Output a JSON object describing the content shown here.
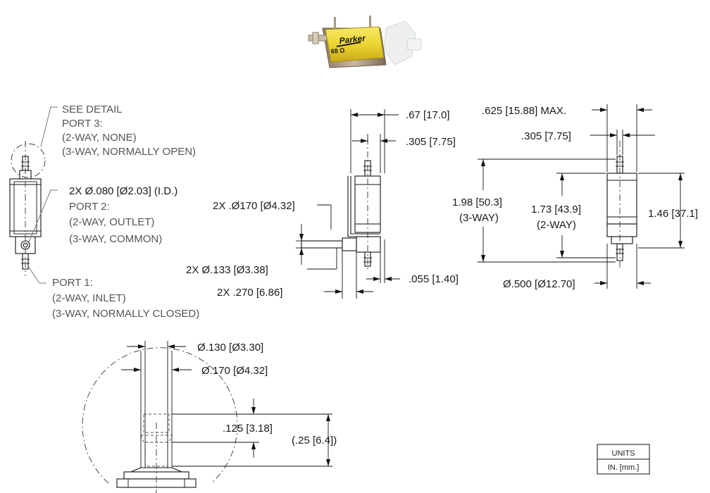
{
  "product_photo": {
    "brand": "Parker",
    "coil": "68 Ω"
  },
  "port_notes": {
    "see_detail": "SEE DETAIL",
    "port3_title": "PORT 3:",
    "port3_line1": "(2-WAY, NONE)",
    "port3_line2": "(3-WAY, NORMALLY OPEN)",
    "id_callout": "2X Ø.080 [Ø2.03] (I.D.)",
    "port2_title": "PORT 2:",
    "port2_line1": "(2-WAY, OUTLET)",
    "port2_line2": "(3-WAY, COMMON)",
    "port1_title": "PORT 1:",
    "port1_line1": "(2-WAY, INLET)",
    "port1_line2": "(3-WAY, NORMALLY CLOSED)"
  },
  "side_view": {
    "width_overall": ".67 [17.0]",
    "width_body": ".305 [7.75]",
    "barb_od": "2X .Ø170 [Ø4.32]",
    "barb_id": "2X Ø.133 [Ø3.38]",
    "barb_length": "2X .270 [6.86]",
    "bracket_thickness": ".055 [1.40]"
  },
  "front_view": {
    "width_max": ".625 [15.88] MAX.",
    "width_body": ".305 [7.75]",
    "height_3way": "1.98 [50.3]",
    "height_3way_note": "(3-WAY)",
    "height_2way": "1.73 [43.9]",
    "height_2way_note": "(2-WAY)",
    "height_body": "1.46 [37.1]",
    "diameter": "Ø.500 [Ø12.70]"
  },
  "detail_view": {
    "inner_dia": "Ø.130 [Ø3.30]",
    "outer_dia": "Ø.170 [Ø4.32]",
    "barb_height": ".125 [3.18]",
    "total_height": "(.25 [6.4])"
  },
  "units_box": {
    "title": "UNITS",
    "value": "IN. [mm.]"
  }
}
